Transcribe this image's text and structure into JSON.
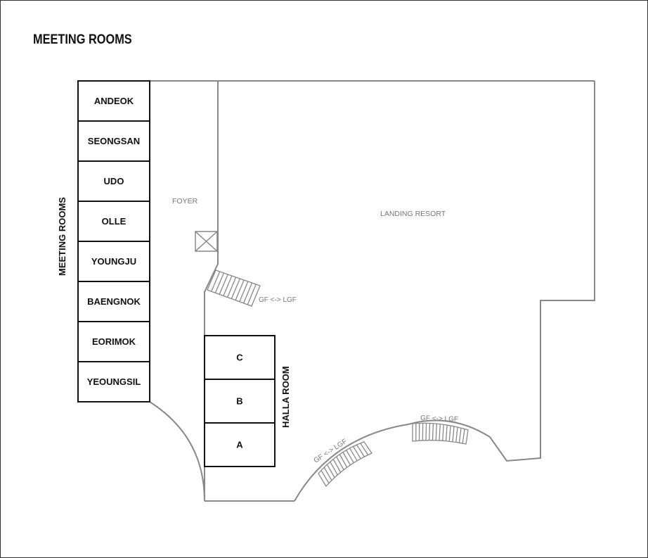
{
  "title": "MEETING ROOMS",
  "meeting_rooms": {
    "group_label": "MEETING ROOMS",
    "rooms": [
      "ANDEOK",
      "SEONGSAN",
      "UDO",
      "OLLE",
      "YOUNGJU",
      "BAENGNOK",
      "EORIMOK",
      "YEOUNGSIL"
    ]
  },
  "halla": {
    "group_label": "HALLA ROOM",
    "rooms": [
      "C",
      "B",
      "A"
    ]
  },
  "areas": {
    "foyer": "FOYER",
    "landing_resort": "LANDING RESORT"
  },
  "stairs": {
    "upper": "GF <-> LGF",
    "lower_left": "GF <-> LGF",
    "lower_right": "GF <-> LGF"
  },
  "colors": {
    "wall": "#888888",
    "room_border": "#111111",
    "area_text": "#777777"
  }
}
